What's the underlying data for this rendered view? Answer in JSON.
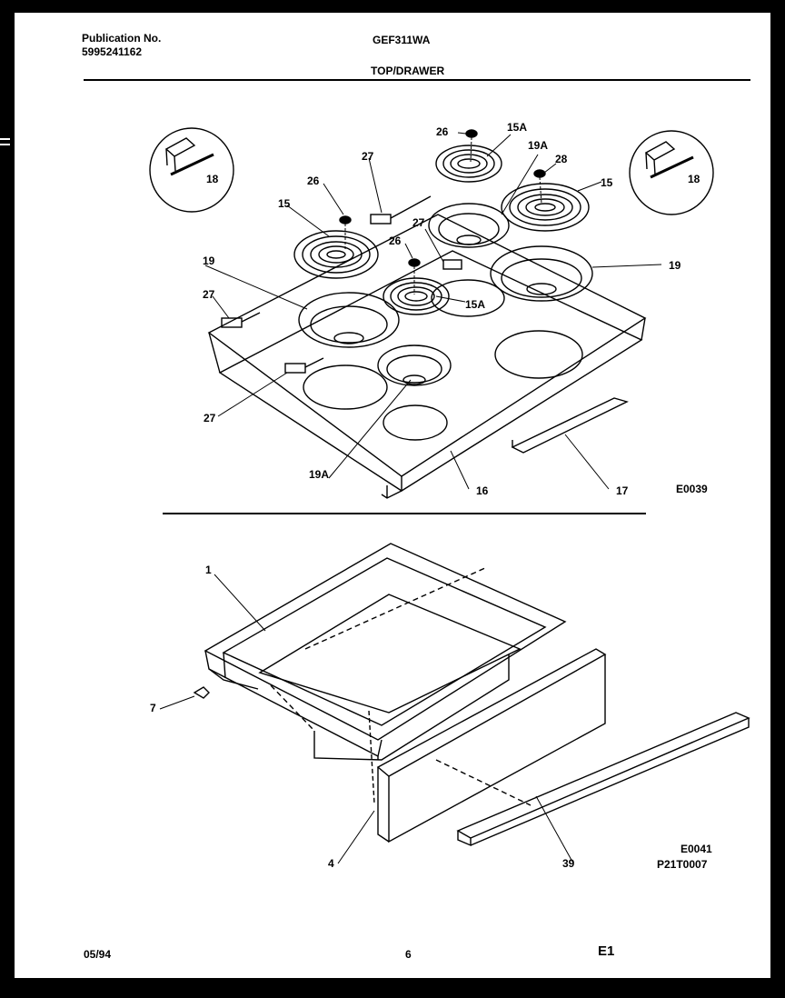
{
  "header": {
    "publication_label": "Publication No.",
    "publication_number": "5995241162",
    "model": "GEF311WA",
    "section_title": "TOP/DRAWER"
  },
  "top_view": {
    "part_labels": [
      "18",
      "18",
      "26",
      "15A",
      "19A",
      "28",
      "27",
      "26",
      "15",
      "15",
      "27",
      "26",
      "19",
      "19",
      "27",
      "15A",
      "27",
      "19A",
      "16",
      "17"
    ],
    "figure_code": "E0039"
  },
  "drawer_view": {
    "part_labels": [
      "1",
      "7",
      "4",
      "39"
    ],
    "figure_code": "E0041",
    "parts_code": "P21T0007"
  },
  "footer": {
    "date": "05/94",
    "page_number": "6",
    "edition": "E1"
  }
}
